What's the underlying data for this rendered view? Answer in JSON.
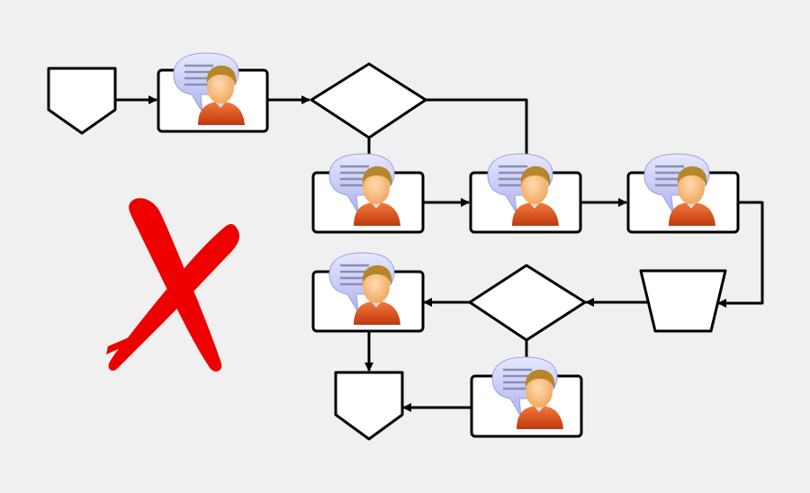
{
  "diagram": {
    "colors": {
      "background": "#f0f0f0",
      "stroke": "#000000",
      "box_fill": "#ffffff",
      "cross_mark": "#ee0000",
      "person_shirt": "#e0561e",
      "person_face": "#fcc38a",
      "person_hair": "#b5862a",
      "speech_bubble": "#c9cdf5"
    },
    "icons": [
      "offpage-connector-start",
      "user-task-icon",
      "gateway-diamond",
      "merge-trapezoid",
      "offpage-connector-end",
      "red-x-mark"
    ]
  }
}
